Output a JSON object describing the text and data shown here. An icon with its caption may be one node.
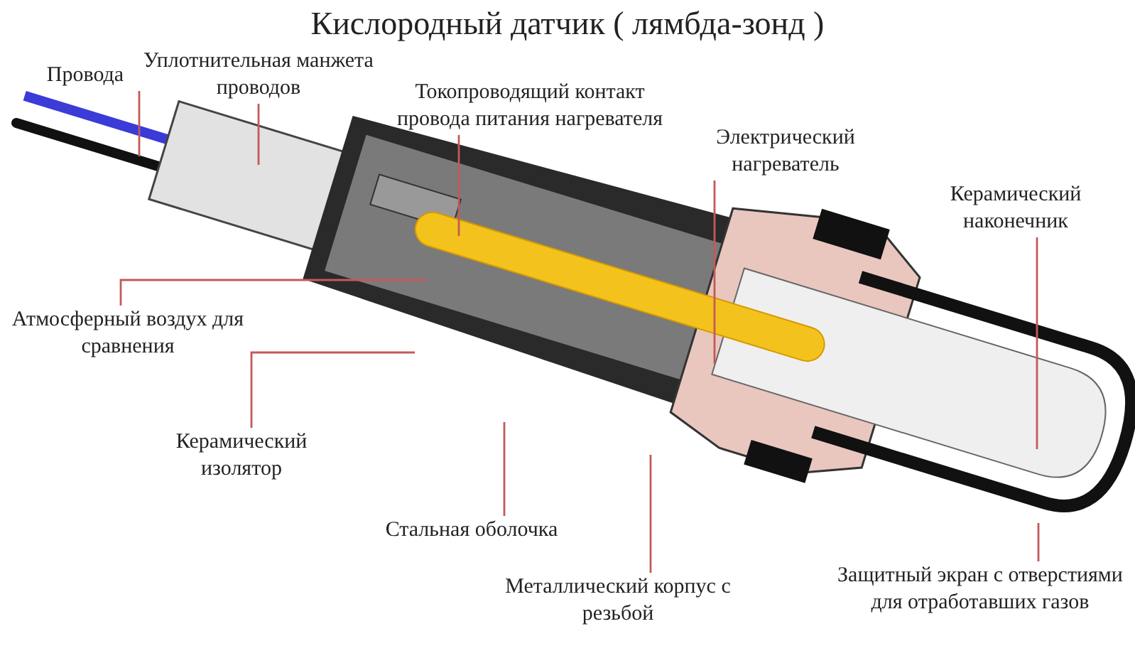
{
  "diagram": {
    "title": "Кислородный датчик ( лямбда-зонд )",
    "nodes": [
      {
        "text": [
          "Провода"
        ]
      },
      {
        "text": [
          "Уплотнительная манжета проводов"
        ]
      },
      {
        "text": [
          "Токопроводящий контакт провода питания нагревателя"
        ]
      },
      {
        "text": [
          "Электрический нагреватель"
        ]
      },
      {
        "text": [
          "Керамический наконечник"
        ]
      },
      {
        "text": [
          "Атмосферный воздух для сравнения"
        ]
      },
      {
        "text": [
          "Керамический изолятор"
        ]
      },
      {
        "text": [
          "Стальная оболочка"
        ]
      },
      {
        "text": [
          "Металлический корпус с резьбой"
        ]
      },
      {
        "text": [
          "Защитный экран с отверстиями для отработавших газов"
        ]
      }
    ],
    "edges": [
      {
        "from": 0,
        "to": null,
        "arrow": "none"
      },
      {
        "from": 1,
        "to": null,
        "arrow": "none"
      },
      {
        "from": 2,
        "to": null,
        "arrow": "none"
      },
      {
        "from": 3,
        "to": null,
        "arrow": "none"
      },
      {
        "from": 4,
        "to": null,
        "arrow": "none"
      },
      {
        "from": 5,
        "to": null,
        "arrow": "none"
      },
      {
        "from": 6,
        "to": null,
        "arrow": "none"
      },
      {
        "from": 7,
        "to": null,
        "arrow": "none"
      },
      {
        "from": 8,
        "to": null,
        "arrow": "none"
      },
      {
        "from": 9,
        "to": null,
        "arrow": "none"
      }
    ]
  }
}
